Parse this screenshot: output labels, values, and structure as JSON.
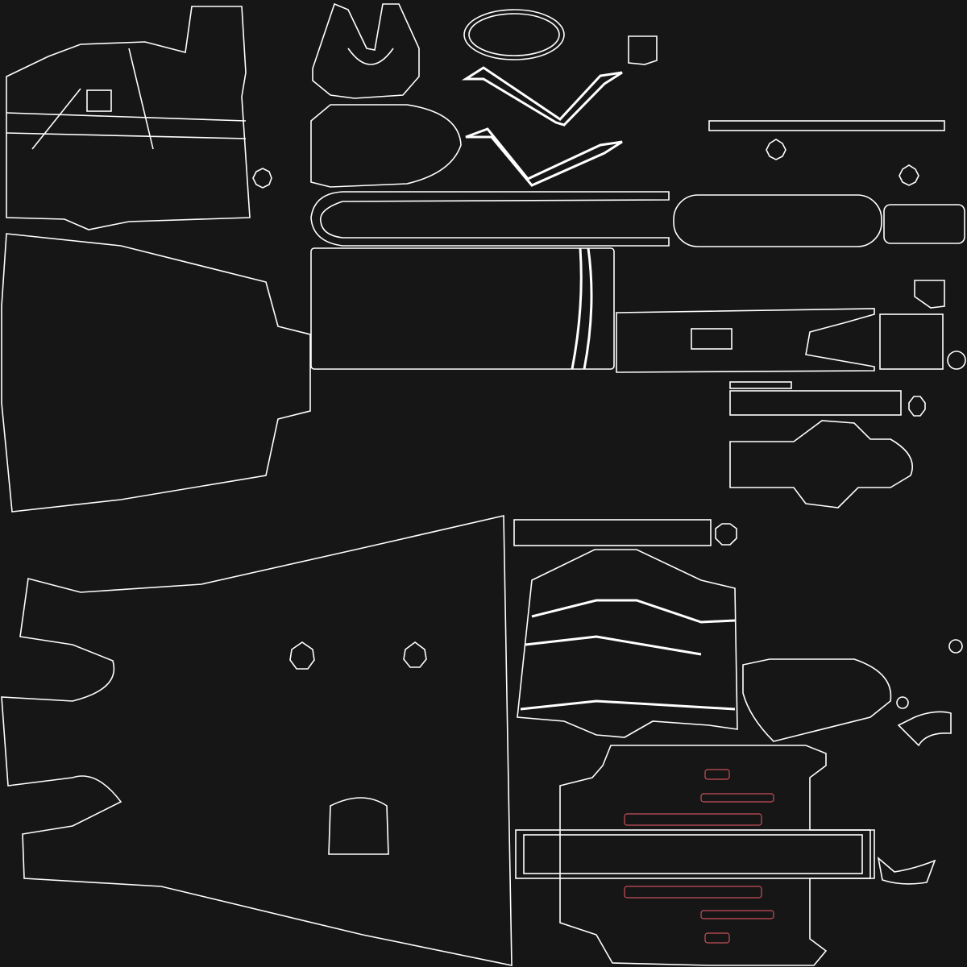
{
  "view": "uv-layout",
  "colors": {
    "background": "#161616",
    "wire": "#ffffff",
    "accent_marks": "#c8505a"
  },
  "islands": [
    "vest-back-panel",
    "collar-horseshoe",
    "belt-oval",
    "small-square-patch",
    "boomerang-strap-upper",
    "boomerang-strap-lower",
    "pocket-flap",
    "thin-strip-long",
    "octagon-button",
    "u-shaped-strap",
    "rounded-long-strap",
    "rounded-block",
    "bag-body-panel",
    "buckle-strap",
    "corner-piece",
    "circle-button",
    "grid-strip",
    "bottle-shape",
    "pant-leg-panel",
    "lower-jumpsuit-panel",
    "sleeve-panel",
    "shoe-tongue",
    "arc-piece",
    "boot-sole-panel"
  ]
}
